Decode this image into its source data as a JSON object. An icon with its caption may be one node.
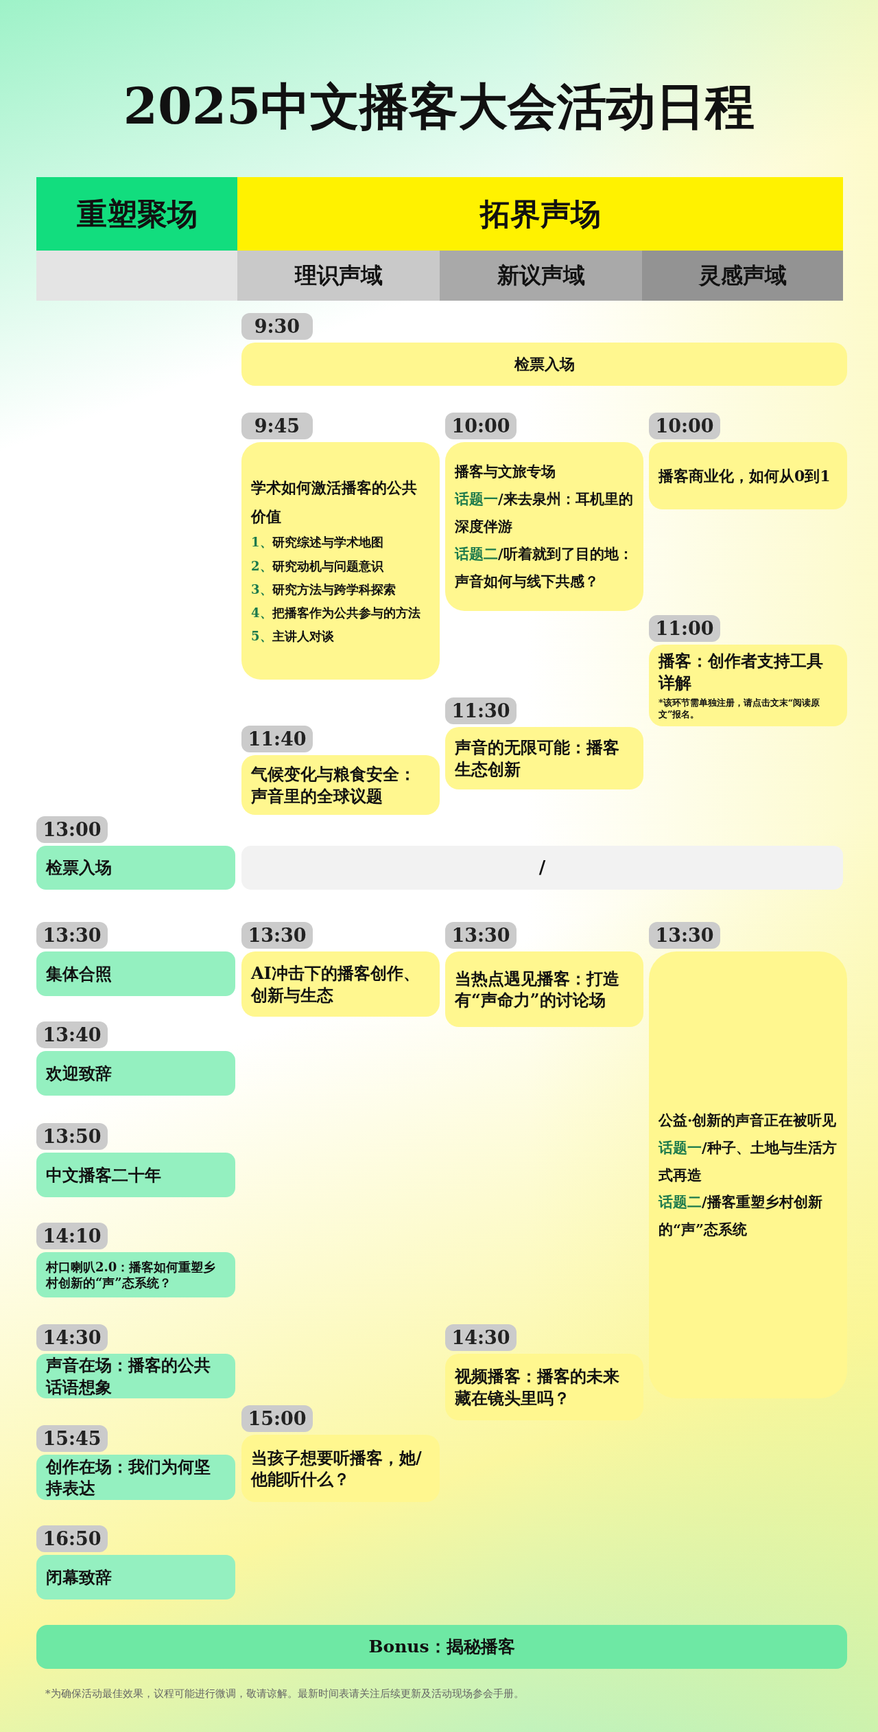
{
  "diagram": {
    "title": "2025中文播客大会活动日程",
    "nodes": [
      {
        "text": [
          "重塑聚场"
        ]
      },
      {
        "text": [
          "拓界声场"
        ]
      },
      {
        "text": [],
        "shape": "box"
      },
      {
        "text": [
          "理识声域"
        ]
      },
      {
        "text": [
          "新议声域"
        ]
      },
      {
        "text": [
          "灵感声域"
        ]
      },
      {
        "text": [
          "检票入场"
        ],
        "beside": [
          "9:30"
        ]
      },
      {
        "text": [
          "学术如何激活播客的公共价值",
          "1、研究综述与学术地图",
          "2、研究动机与问题意识",
          "3、研究方法与跨学科探索",
          "4、把播客作为公共参与的方法",
          "5、主讲人对谈"
        ],
        "beside": [
          "9:45"
        ]
      },
      {
        "text": [
          "播客与文旅专场",
          "话题一/来去泉州：耳机里的深度伴游",
          "话题二/听着就到了目的地：声音如何与线下共感？"
        ],
        "beside": [
          "10:00"
        ]
      },
      {
        "text": [
          "播客商业化，如何从0到1"
        ],
        "beside": [
          "10:00"
        ]
      },
      {
        "text": [
          "播客：创作者支持工具详解",
          "*该环节需单独注册，请点击文末“阅读原文”报名。"
        ],
        "beside": [
          "11:00"
        ]
      },
      {
        "text": [
          "声音的无限可能：播客生态创新"
        ],
        "beside": [
          "11:30"
        ]
      },
      {
        "text": [
          "气候变化与粮食安全：声音里的全球议题"
        ],
        "beside": [
          "11:40"
        ]
      },
      {
        "text": [
          "检票入场"
        ],
        "beside": [
          "13:00"
        ]
      },
      {
        "text": [
          "/"
        ]
      },
      {
        "text": [
          "集体合照"
        ],
        "beside": [
          "13:30"
        ]
      },
      {
        "text": [
          "AI冲击下的播客创作、创新与生态"
        ],
        "beside": [
          "13:30"
        ]
      },
      {
        "text": [
          "当热点遇见播客：打造有“声命力”的讨论场"
        ],
        "beside": [
          "13:30"
        ]
      },
      {
        "text": [
          "公益·创新的声音正在被听见",
          "话题一/种子、土地与生活方式再造",
          "话题二/播客重塑乡村创新的“声”态系统"
        ],
        "beside": [
          "13:30"
        ]
      },
      {
        "text": [
          "欢迎致辞"
        ],
        "beside": [
          "13:40"
        ]
      },
      {
        "text": [
          "中文播客二十年"
        ],
        "beside": [
          "13:50"
        ]
      },
      {
        "text": [
          "村口喇叭2.0：播客如何重塑乡村创新的“声”态系统？"
        ],
        "beside": [
          "14:10"
        ]
      },
      {
        "text": [
          "声音在场：播客的公共话语想象"
        ],
        "beside": [
          "14:30"
        ]
      },
      {
        "text": [
          "视频播客：播客的未来藏在镜头里吗？"
        ],
        "beside": [
          "14:30"
        ]
      },
      {
        "text": [
          "当孩子想要听播客，她/他能听什么？"
        ],
        "beside": [
          "15:00"
        ]
      },
      {
        "text": [
          "创作在场：我们为何坚持表达"
        ],
        "beside": [
          "15:45"
        ]
      },
      {
        "text": [
          "闭幕致辞"
        ],
        "beside": [
          "16:50"
        ]
      },
      {
        "text": [
          "Bonus：揭秘播客"
        ]
      }
    ],
    "labels": [
      "*为确保活动最佳效果，议程可能进行微调，敬请谅解。最新时间表请关注后续更新及活动现场参会手册。"
    ]
  }
}
